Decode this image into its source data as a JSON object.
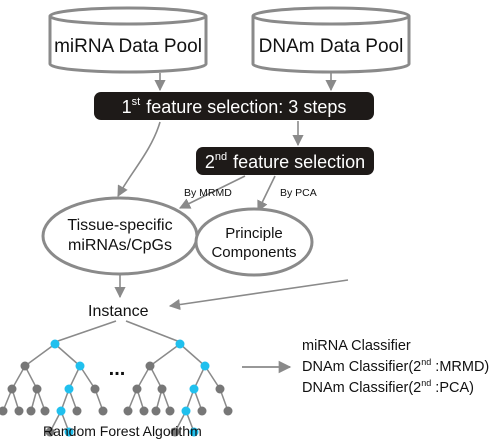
{
  "pools": {
    "mirna": "miRNA Data Pool",
    "dnam": "DNAm Data Pool"
  },
  "steps": {
    "first": {
      "num": "1",
      "sup": "st",
      "rest": "feature selection: 3 steps"
    },
    "second": {
      "num": "2",
      "sup": "nd",
      "rest": "feature selection"
    }
  },
  "edge_labels": {
    "by_mrmd": "By MRMD",
    "by_pca": "By PCA"
  },
  "nodes": {
    "tissue_line1": "Tissue-specific",
    "tissue_line2": "miRNAs/CpGs",
    "pc_line1": "Principle",
    "pc_line2": "Components",
    "instance": "Instance"
  },
  "forest": {
    "ellipsis": "...",
    "caption": "Random Forest Algorithm"
  },
  "outputs": {
    "line1": "miRNA Classifier",
    "line2": {
      "pre": "DNAm Classifier(2",
      "sup": "nd",
      "post": " :MRMD)"
    },
    "line3": {
      "pre": "DNAm Classifier(2",
      "sup": "nd",
      "post": " :PCA)"
    }
  },
  "colors": {
    "highlight_node": "#20c0ee",
    "gray_node": "#777777",
    "step_box": "#1e1a18",
    "line": "#8a8a8a",
    "outline": "#8a8a8a"
  }
}
